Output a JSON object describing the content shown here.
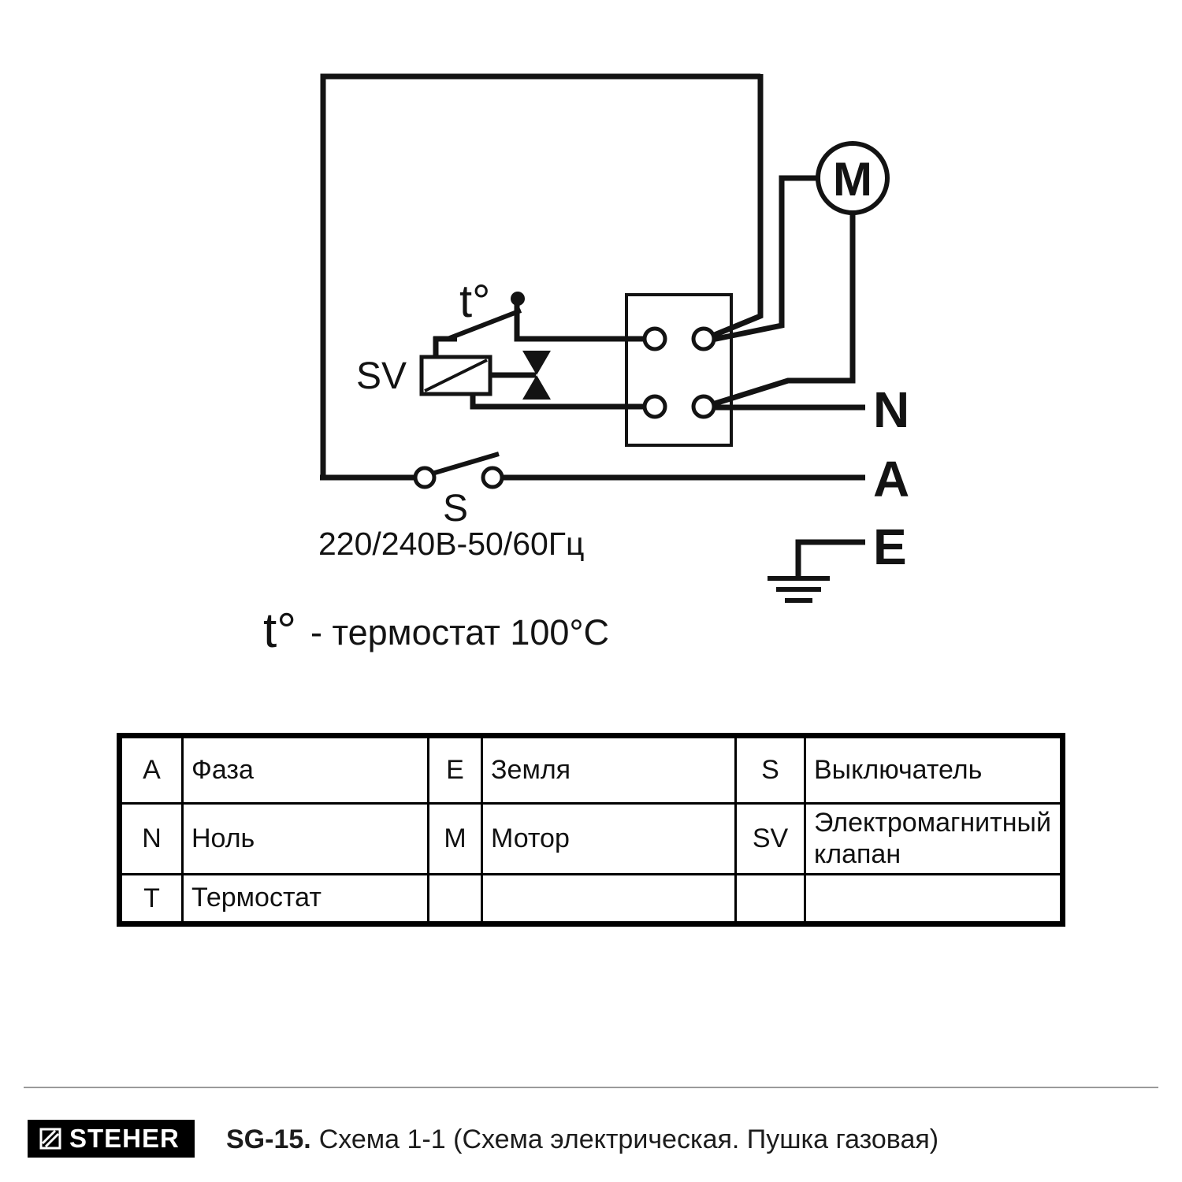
{
  "schematic": {
    "motor_label": "M",
    "thermostat_label": "t°",
    "solenoid_label": "SV",
    "switch_label": "S",
    "neutral_label": "N",
    "phase_label": "A",
    "earth_label": "E",
    "voltage_text": "220/240В-50/60Гц",
    "note_symbol": "t°",
    "note_text": "- термостат 100°C"
  },
  "legend": {
    "rows": [
      {
        "c1": "A",
        "c2": "Фаза",
        "c3": "E",
        "c4": "Земля",
        "c5": "S",
        "c6": "Выключатель"
      },
      {
        "c1": "N",
        "c2": "Ноль",
        "c3": "M",
        "c4": "Мотор",
        "c5": "SV",
        "c6": "Электромагнитный клапан"
      },
      {
        "c1": "T",
        "c2": "Термостат",
        "c3": "",
        "c4": "",
        "c5": "",
        "c6": ""
      }
    ]
  },
  "footer": {
    "brand": "STEHER",
    "model": "SG-15.",
    "caption": "Схема 1-1 (Схема электрическая. Пушка газовая)"
  }
}
